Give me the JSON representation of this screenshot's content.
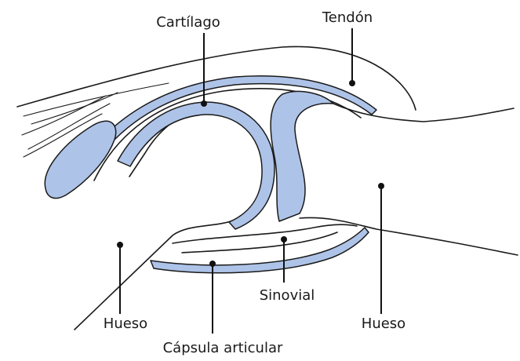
{
  "colors": {
    "tissue_fill": "#aec3e8",
    "ink": "#1a1a1a",
    "background": "#ffffff"
  },
  "labels": {
    "cartilago": "Cartílago",
    "tendon": "Tendón",
    "sinovial": "Sinovial",
    "hueso_left": "Hueso",
    "hueso_right": "Hueso",
    "capsula": "Cápsula articular"
  }
}
